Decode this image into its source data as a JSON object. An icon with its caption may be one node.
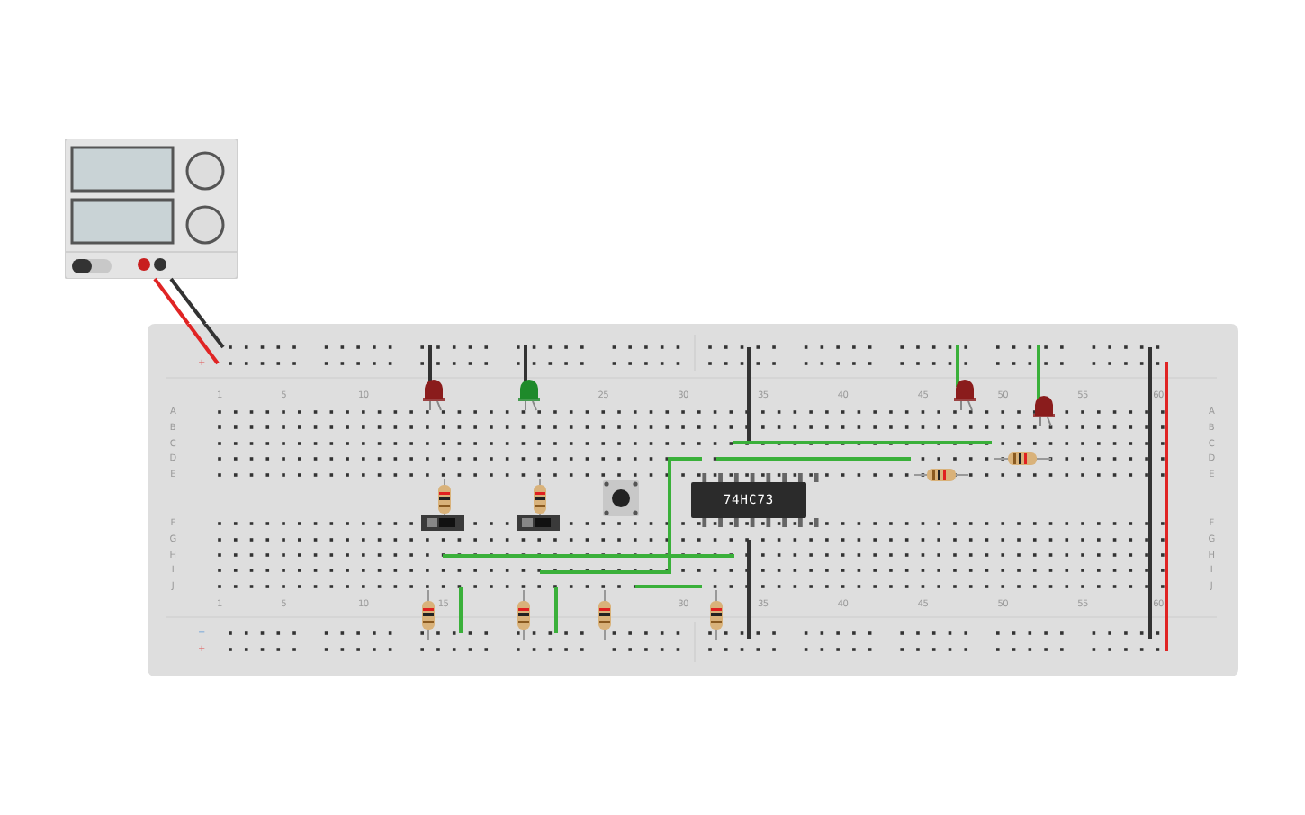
{
  "diagram": {
    "nodes": [
      {
        "text": [],
        "shape": "picture"
      },
      {
        "text": [],
        "shape": "picture"
      },
      {
        "text": [
          "74HC73"
        ],
        "in": 1
      }
    ],
    "edges": [
      {
        "from": 0,
        "to": 1,
        "arrow": "none",
        "color": "#e02424"
      },
      {
        "from": 0,
        "to": 1,
        "arrow": "none",
        "color": "#333333"
      }
    ],
    "labels": [
      "+",
      "1",
      "5",
      "10",
      "25",
      "30",
      "35",
      "40",
      "45",
      "50",
      "55",
      "60",
      "A",
      "A",
      "B",
      "B",
      "C",
      "C",
      "D",
      "D",
      "E",
      "E",
      "F",
      "F",
      "G",
      "G",
      "H",
      "H",
      "I",
      "I",
      "J",
      "J",
      "1",
      "5",
      "10",
      "15",
      "30",
      "35",
      "40",
      "45",
      "50",
      "55",
      "60",
      "−",
      "+"
    ]
  }
}
